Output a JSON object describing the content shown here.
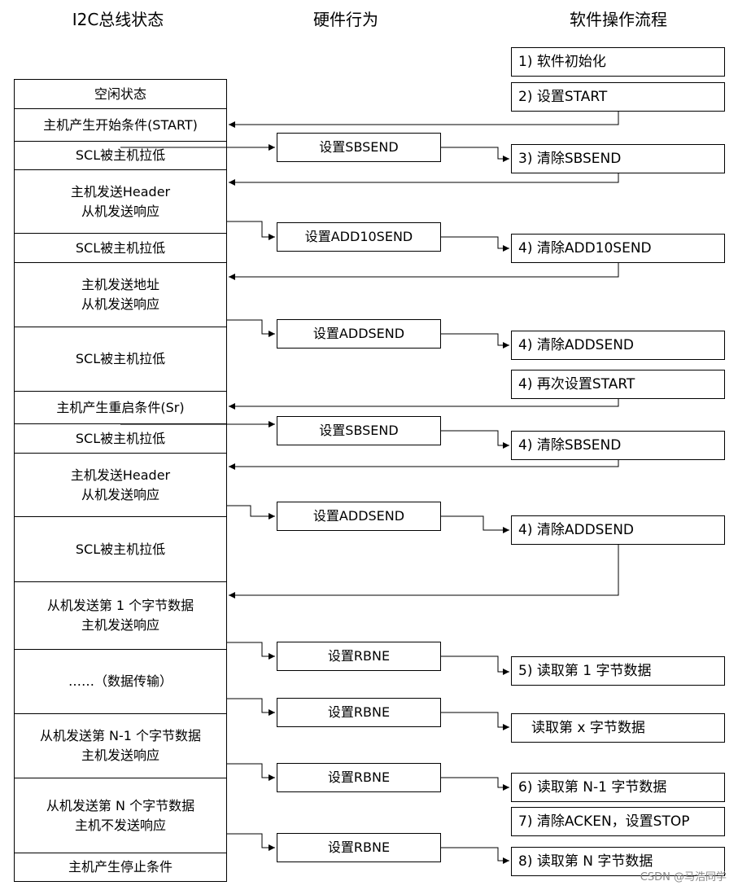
{
  "headers": {
    "bus_state": "I2C总线状态",
    "hardware": "硬件行为",
    "software": "软件操作流程"
  },
  "bus_states": [
    "空闲状态",
    "主机产生开始条件(START)",
    "SCL被主机拉低",
    "主机发送Header\n从机发送响应",
    "SCL被主机拉低",
    "主机发送地址\n从机发送响应",
    "SCL被主机拉低",
    "主机产生重启条件(Sr)",
    "SCL被主机拉低",
    "主机发送Header\n从机发送响应",
    "SCL被主机拉低",
    "从机发送第 1 个字节数据\n主机发送响应",
    "……（数据传输）",
    "从机发送第 N-1 个字节数据\n主机发送响应",
    "从机发送第 N 个字节数据\n主机不发送响应",
    "主机产生停止条件"
  ],
  "hardware_actions": [
    "设置SBSEND",
    "设置ADD10SEND",
    "设置ADDSEND",
    "设置SBSEND",
    "设置ADDSEND",
    "设置RBNE",
    "设置RBNE",
    "设置RBNE",
    "设置RBNE"
  ],
  "software_steps": [
    "1) 软件初始化",
    "2) 设置START",
    "3) 清除SBSEND",
    "4) 清除ADD10SEND",
    "4) 清除ADDSEND",
    "4) 再次设置START",
    "4) 清除SBSEND",
    "4) 清除ADDSEND",
    "5) 读取第 1 字节数据",
    "读取第 x 字节数据",
    "6) 读取第 N-1 字节数据",
    "7) 清除ACKEN，设置STOP",
    "8) 读取第 N 字节数据"
  ],
  "watermark": "CSDN @马浩同学"
}
